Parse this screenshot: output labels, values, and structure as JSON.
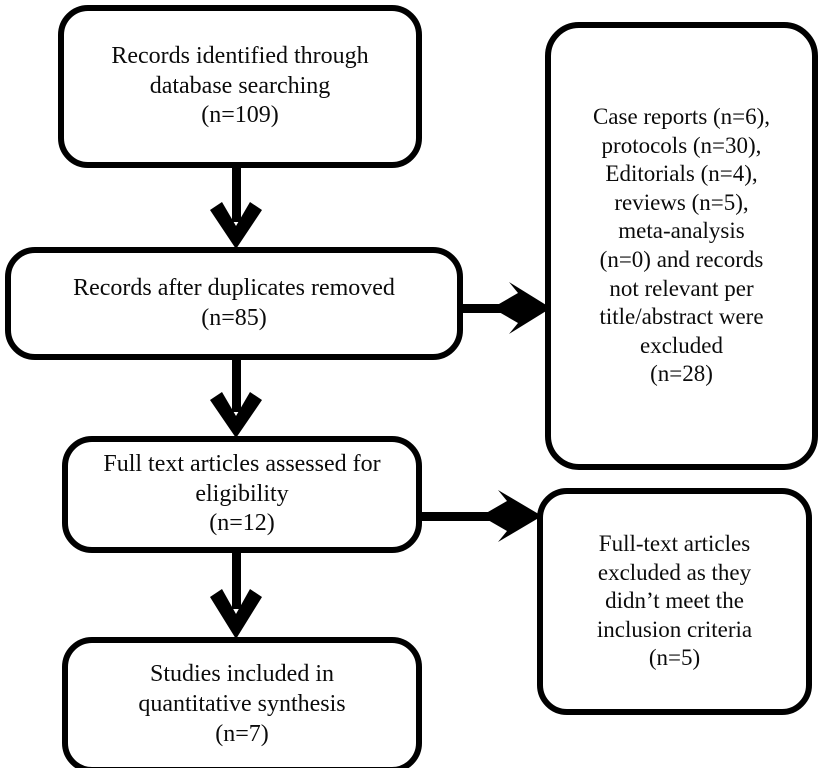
{
  "diagram": {
    "type": "prisma-flow-diagram",
    "title": "",
    "colors": {
      "stroke": "#000000",
      "fill": "#ffffff",
      "text": "#0b0b0b"
    },
    "nodes": [
      {
        "id": "identified",
        "name": "records-identified-box",
        "text": "Records identified through\ndatabase searching\n(n=109)",
        "count_label": "(n=109)",
        "count": 109
      },
      {
        "id": "duplicates",
        "name": "records-after-duplicates-box",
        "text": "Records after duplicates removed\n(n=85)",
        "count_label": "(n=85)",
        "count": 85
      },
      {
        "id": "fulltext",
        "name": "full-text-assessed-box",
        "text": "Full text articles assessed for\neligibility\n(n=12)",
        "count_label": "(n=12)",
        "count": 12
      },
      {
        "id": "included",
        "name": "studies-included-box",
        "text": "Studies included in\nquantitative synthesis\n(n=7)",
        "count_label": "(n=7)",
        "count": 7
      },
      {
        "id": "excluded_screening",
        "name": "excluded-at-screening-box",
        "text": "Case reports (n=6),\nprotocols (n=30),\nEditorials (n=4),\nreviews (n=5),\nmeta-analysis\n(n=0) and records\nnot relevant per\ntitle/abstract were\nexcluded\n(n=28)",
        "count_label": "(n=28)",
        "count": 28
      },
      {
        "id": "excluded_eligibility",
        "name": "excluded-at-eligibility-box",
        "text": "Full-text articles\nexcluded as they\ndidn’t meet the\ninclusion criteria\n(n=5)",
        "count_label": "(n=5)",
        "count": 5
      }
    ],
    "edges": [
      {
        "id": "e1",
        "name": "arrow-identified-to-duplicates",
        "from": "identified",
        "to": "duplicates",
        "direction": "down"
      },
      {
        "id": "e2",
        "name": "arrow-duplicates-to-fulltext",
        "from": "duplicates",
        "to": "fulltext",
        "direction": "down"
      },
      {
        "id": "e3",
        "name": "arrow-fulltext-to-included",
        "from": "fulltext",
        "to": "included",
        "direction": "down"
      },
      {
        "id": "e4",
        "name": "arrow-duplicates-to-excluded-screening",
        "from": "duplicates",
        "to": "excluded_screening",
        "direction": "right"
      },
      {
        "id": "e5",
        "name": "arrow-fulltext-to-excluded-eligibility",
        "from": "fulltext",
        "to": "excluded_eligibility",
        "direction": "right"
      }
    ]
  }
}
